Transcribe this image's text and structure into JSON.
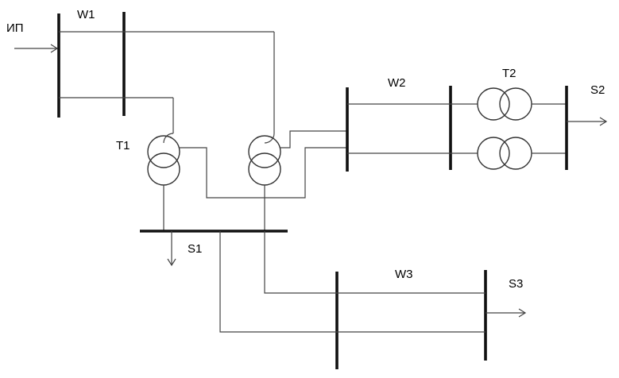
{
  "labels": {
    "source": "ИП",
    "w1": "W1",
    "w2": "W2",
    "w3": "W3",
    "t1": "T1",
    "t2": "T2",
    "s1": "S1",
    "s2": "S2",
    "s3": "S3"
  }
}
